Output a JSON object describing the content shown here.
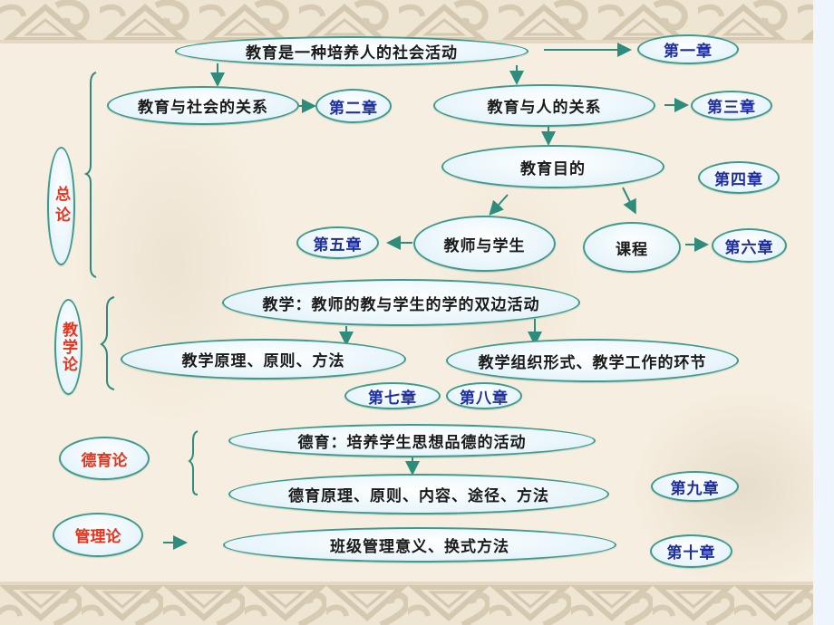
{
  "diagram": {
    "colors": {
      "background": "#F6EEE0",
      "side_panel": "#EFF5FD",
      "node_border": "#3E9A8C",
      "node_fill": "#EAF6FB",
      "arrow": "#2E8C7C",
      "chapter_text": "#1E2E9C",
      "section_text": "#E8341C",
      "main_text": "#1A1A1A"
    },
    "nodes": {
      "root": "教育是一种培养人的社会活动",
      "edu_society": "教育与社会的关系",
      "edu_person": "教育与人的关系",
      "edu_aim": "教育目的",
      "teacher_student": "教师与学生",
      "curriculum": "课程",
      "teaching": "教学：教师的教与学生的学的双边活动",
      "teaching_principles": "教学原理、原则、方法",
      "teaching_organization": "教学组织形式、教学工作的环节",
      "moral_education": "德育：培养学生思想品德的活动",
      "moral_principles": "德育原理、原则、内容、途径、方法",
      "class_management": "班级管理意义、换式方法"
    },
    "sections": {
      "general": "总论",
      "teaching_theory": "教学论",
      "moral_theory": "德育论",
      "management_theory": "管理论"
    },
    "chapters": {
      "ch1": "第一章",
      "ch2": "第二章",
      "ch3": "第三章",
      "ch4": "第四章",
      "ch5": "第五章",
      "ch6": "第六章",
      "ch7": "第七章",
      "ch8": "第八章",
      "ch9": "第九章",
      "ch10": "第十章"
    }
  }
}
